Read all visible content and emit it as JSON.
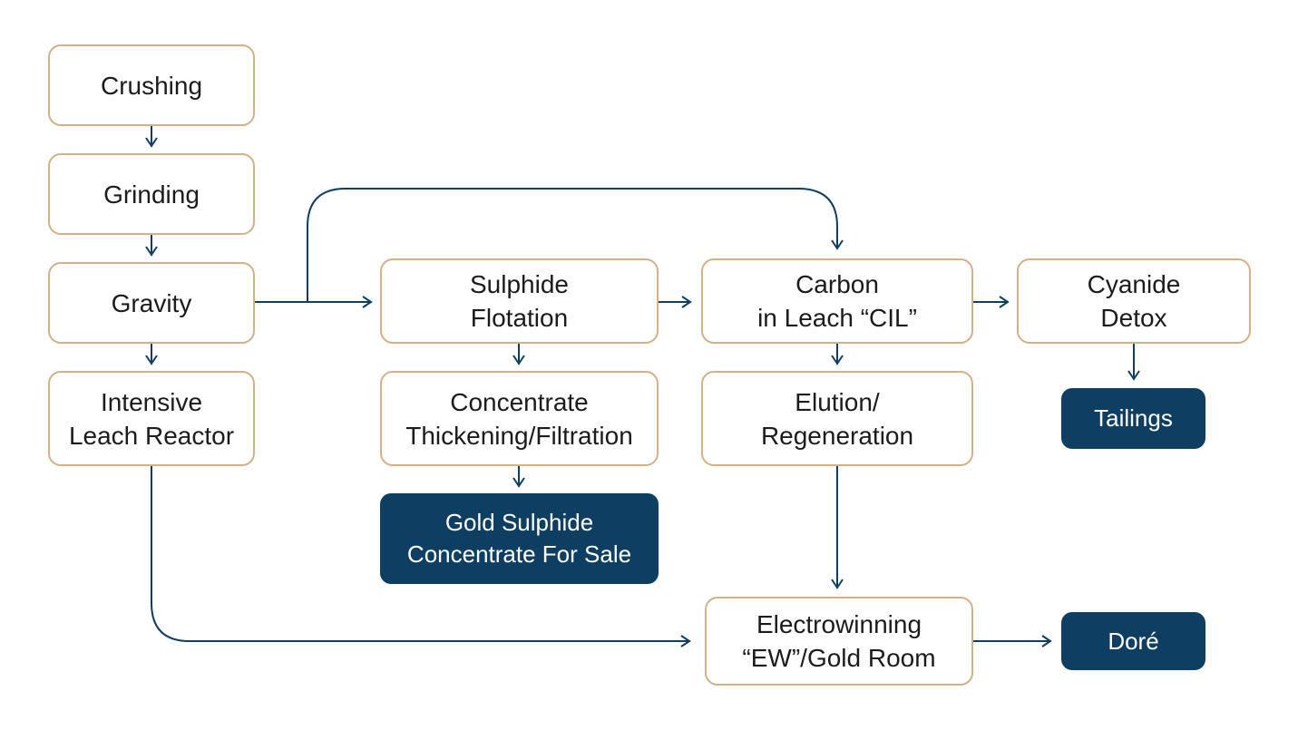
{
  "diagram": {
    "colors": {
      "node_border": "#d4b186",
      "terminal_fill": "#0e3f62",
      "arrow": "#0e3f62",
      "text": "#1c1c1c"
    },
    "nodes": {
      "crushing": "Crushing",
      "grinding": "Grinding",
      "gravity": "Gravity",
      "intensive_leach_reactor": "Intensive\nLeach Reactor",
      "sulphide_flotation": "Sulphide\nFlotation",
      "concentrate_thickening": "Concentrate\nThickening/Filtration",
      "gold_sulphide_concentrate": "Gold Sulphide\nConcentrate For Sale",
      "carbon_in_leach": "Carbon\nin Leach “CIL”",
      "elution_regeneration": "Elution/\nRegeneration",
      "cyanide_detox": "Cyanide\nDetox",
      "tailings": "Tailings",
      "electrowinning": "Electrowinning\n“EW”/Gold Room",
      "dore": "Doré"
    }
  }
}
